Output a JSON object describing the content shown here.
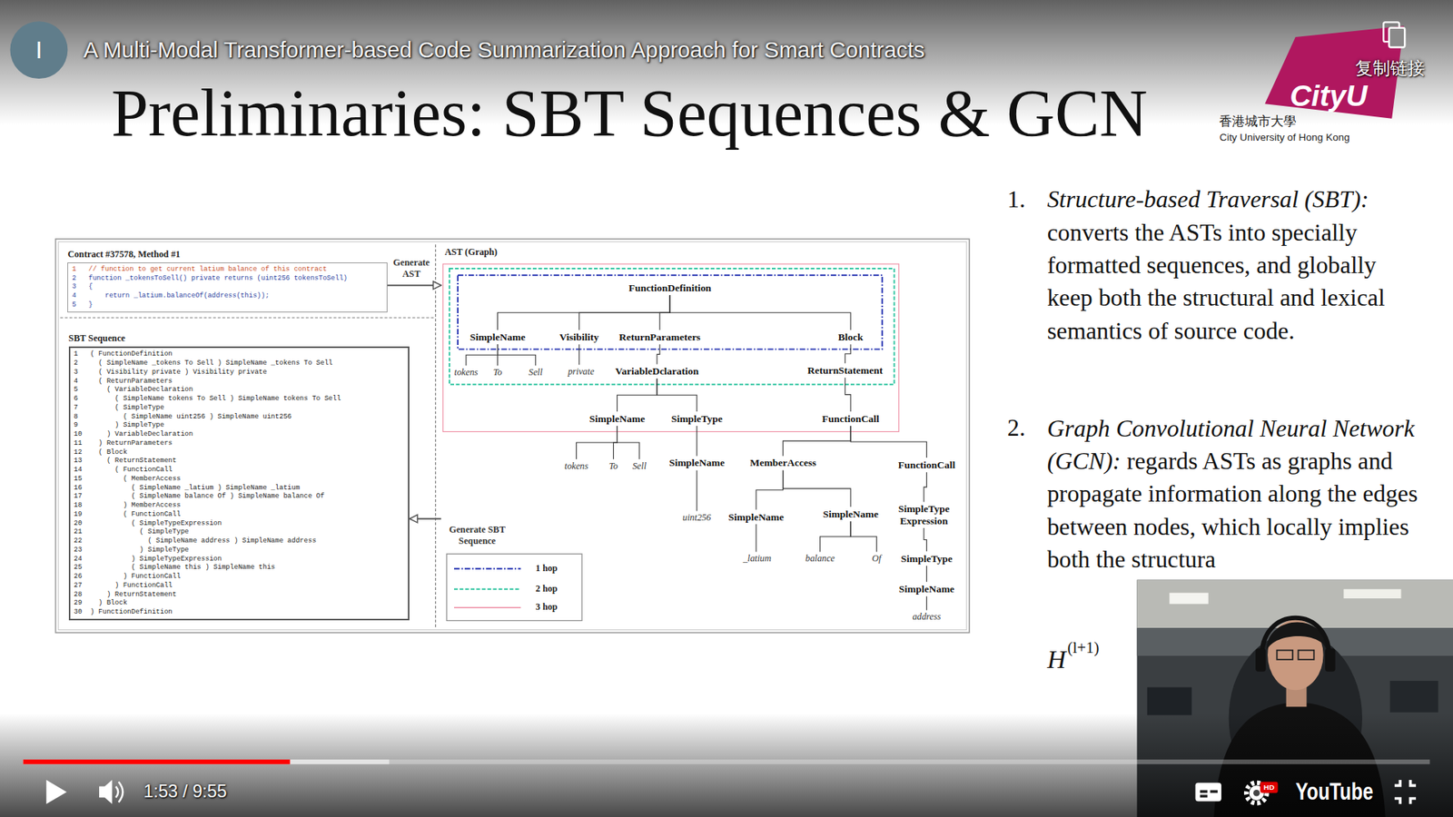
{
  "diagram": {
    "title": "Preliminaries: SBT Sequences & GCN",
    "nodes": [
      {
        "text": [
          "Contract #37578, Method #1",
          "1   // function to get current latium balance of this contract",
          "2   function _tokensToSell() private returns (uint256 tokensToSell)",
          "3   {",
          "4       return _latium.balanceOf(address(this));",
          "5   }"
        ]
      },
      {
        "text": [
          "AST (Graph)"
        ]
      },
      {
        "text": [
          "FunctionDefinition"
        ],
        "in": 1
      },
      {
        "text": [
          "SimpleName"
        ],
        "in": 1
      },
      {
        "text": [
          "Visibility"
        ],
        "in": 1
      },
      {
        "text": [
          "ReturnParameters"
        ],
        "in": 1
      },
      {
        "text": [
          "Block"
        ],
        "in": 1
      },
      {
        "text": [
          "tokens"
        ],
        "in": 1
      },
      {
        "text": [
          "To"
        ],
        "in": 1
      },
      {
        "text": [
          "Sell"
        ],
        "in": 1
      },
      {
        "text": [
          "private"
        ],
        "in": 1
      },
      {
        "text": [
          "VariableDclaration"
        ],
        "in": 1
      },
      {
        "text": [
          "ReturnStatement"
        ],
        "in": 1
      },
      {
        "text": [
          "SimpleName"
        ],
        "in": 1
      },
      {
        "text": [
          "SimpleType"
        ],
        "in": 1
      },
      {
        "text": [
          "FunctionCall"
        ],
        "in": 1
      },
      {
        "text": [
          "tokens"
        ],
        "in": 1
      },
      {
        "text": [
          "To"
        ],
        "in": 1
      },
      {
        "text": [
          "Sell"
        ],
        "in": 1
      },
      {
        "text": [
          "SimpleName"
        ],
        "in": 1
      },
      {
        "text": [
          "MemberAccess"
        ],
        "in": 1
      },
      {
        "text": [
          "FunctionCall"
        ],
        "in": 1
      },
      {
        "text": [
          "uint256"
        ],
        "in": 1
      },
      {
        "text": [
          "SimpleName"
        ],
        "in": 1
      },
      {
        "text": [
          "SimpleName"
        ],
        "in": 1
      },
      {
        "text": [
          "SimpleType Expression"
        ],
        "in": 1
      },
      {
        "text": [
          "_latium"
        ],
        "in": 1
      },
      {
        "text": [
          "balance"
        ],
        "in": 1
      },
      {
        "text": [
          "Of"
        ],
        "in": 1
      },
      {
        "text": [
          "SimpleType"
        ],
        "in": 1
      },
      {
        "text": [
          "SimpleName"
        ],
        "in": 1
      },
      {
        "text": [
          "address"
        ],
        "in": 1
      },
      {
        "text": [
          "SBT Sequence",
          "1   ( FunctionDefinition",
          "2     ( SimpleName _tokens To Sell ) SimpleName _tokens To Sell",
          "3     ( Visibility private ) Visibility private",
          "4     ( ReturnParameters",
          "5       ( VariableDeclaration",
          "6         ( SimpleName tokens To Sell ) SimpleName tokens To Sell",
          "7         ( SimpleType",
          "8           ( SimpleName uint256 ) SimpleName uint256",
          "9         ) SimpleType",
          "10      ) VariableDeclaration",
          "11    ) ReturnParameters",
          "12    ( Block",
          "13      ( ReturnStatement",
          "14        ( FunctionCall",
          "15          ( MemberAccess",
          "16            ( SimpleName _latium ) SimpleName _latium",
          "17            ( SimpleName balance Of ) SimpleName balance Of",
          "18          ) MemberAccess",
          "19          ( FunctionCall",
          "20            ( SimpleTypeExpression",
          "21              ( SimpleType",
          "22                ( SimpleName address ) SimpleName address",
          "23              ) SimpleType",
          "24            ) SimpleTypeExpression",
          "25            ( SimpleName this ) SimpleName this",
          "26          ) FunctionCall",
          "27        ) FunctionCall",
          "28      ) ReturnStatement",
          "29    ) Block",
          "30  ) FunctionDefinition"
        ]
      }
    ],
    "edges": [
      {
        "from": 0,
        "to": 1,
        "arrow": "to",
        "label": "Generate AST"
      },
      {
        "from": 1,
        "to": 32,
        "arrow": "to",
        "label": "Generate SBT Sequence"
      },
      {
        "from": 2,
        "to": 3,
        "arrow": "none"
      },
      {
        "from": 2,
        "to": 4,
        "arrow": "none"
      },
      {
        "from": 2,
        "to": 5,
        "arrow": "none"
      },
      {
        "from": 2,
        "to": 6,
        "arrow": "none"
      },
      {
        "from": 3,
        "to": 7,
        "arrow": "none"
      },
      {
        "from": 3,
        "to": 8,
        "arrow": "none"
      },
      {
        "from": 3,
        "to": 9,
        "arrow": "none"
      },
      {
        "from": 4,
        "to": 10,
        "arrow": "none"
      },
      {
        "from": 5,
        "to": 11,
        "arrow": "none"
      },
      {
        "from": 6,
        "to": 12,
        "arrow": "none"
      },
      {
        "from": 11,
        "to": 13,
        "arrow": "none"
      },
      {
        "from": 11,
        "to": 14,
        "arrow": "none"
      },
      {
        "from": 12,
        "to": 15,
        "arrow": "none"
      },
      {
        "from": 13,
        "to": 16,
        "arrow": "none"
      },
      {
        "from": 13,
        "to": 17,
        "arrow": "none"
      },
      {
        "from": 13,
        "to": 18,
        "arrow": "none"
      },
      {
        "from": 14,
        "to": 19,
        "arrow": "none"
      },
      {
        "from": 15,
        "to": 20,
        "arrow": "none"
      },
      {
        "from": 15,
        "to": 21,
        "arrow": "none"
      },
      {
        "from": 19,
        "to": 22,
        "arrow": "none"
      },
      {
        "from": 20,
        "to": 23,
        "arrow": "none"
      },
      {
        "from": 20,
        "to": 24,
        "arrow": "none"
      },
      {
        "from": 21,
        "to": 25,
        "arrow": "none"
      },
      {
        "from": 23,
        "to": 26,
        "arrow": "none"
      },
      {
        "from": 24,
        "to": 27,
        "arrow": "none"
      },
      {
        "from": 24,
        "to": 28,
        "arrow": "none"
      },
      {
        "from": 25,
        "to": 29,
        "arrow": "none"
      },
      {
        "from": 29,
        "to": 30,
        "arrow": "none"
      },
      {
        "from": 30,
        "to": 31,
        "arrow": "none"
      }
    ],
    "labels": [
      "I",
      "A Multi-Modal Transformer-based Code Summarization Approach for Smart Contracts",
      "复制链接",
      "CityU",
      "香港城市大學",
      "City University of Hong Kong",
      "1.",
      "Structure-based Traversal (SBT):",
      "converts the ASTs into specially formatted sequences, and globally keep both the structural and lexical semantics of source code.",
      "2.",
      "Graph Convolutional Neural Network (GCN):",
      "regards ASTs as graphs and propagate information along the edges between nodes, which locally implies both the structura",
      "H",
      "(l+1)",
      "1:53 / 9:55",
      "HD",
      "YouTube"
    ],
    "legend": [
      {
        "text": "1 hop"
      },
      {
        "text": "2 hop"
      },
      {
        "text": "3 hop"
      }
    ]
  }
}
